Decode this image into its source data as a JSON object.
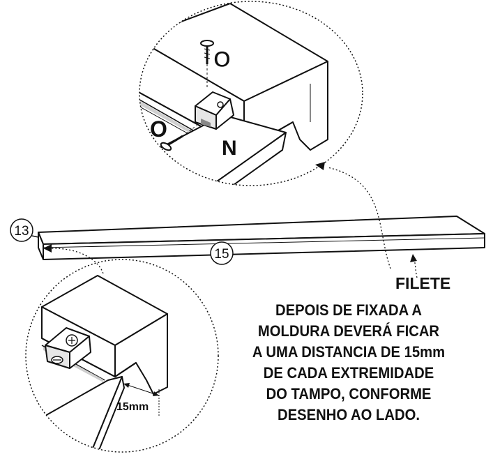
{
  "labels": {
    "part_13": "13",
    "part_15": "15",
    "screw_top": "O",
    "screw_left": "O",
    "bracket": "N",
    "filete": "FILETE",
    "distance": "15mm"
  },
  "instruction_lines": [
    "DEPOIS DE FIXADA A",
    "MOLDURA DEVERÁ FICAR",
    "A UMA DISTANCIA DE 15mm",
    "DE CADA EXTREMIDADE",
    "DO TAMPO, CONFORME",
    "DESENHO AO LADO."
  ],
  "colors": {
    "line": "#111111",
    "background": "#ffffff",
    "shade": "#e6e6e6"
  }
}
